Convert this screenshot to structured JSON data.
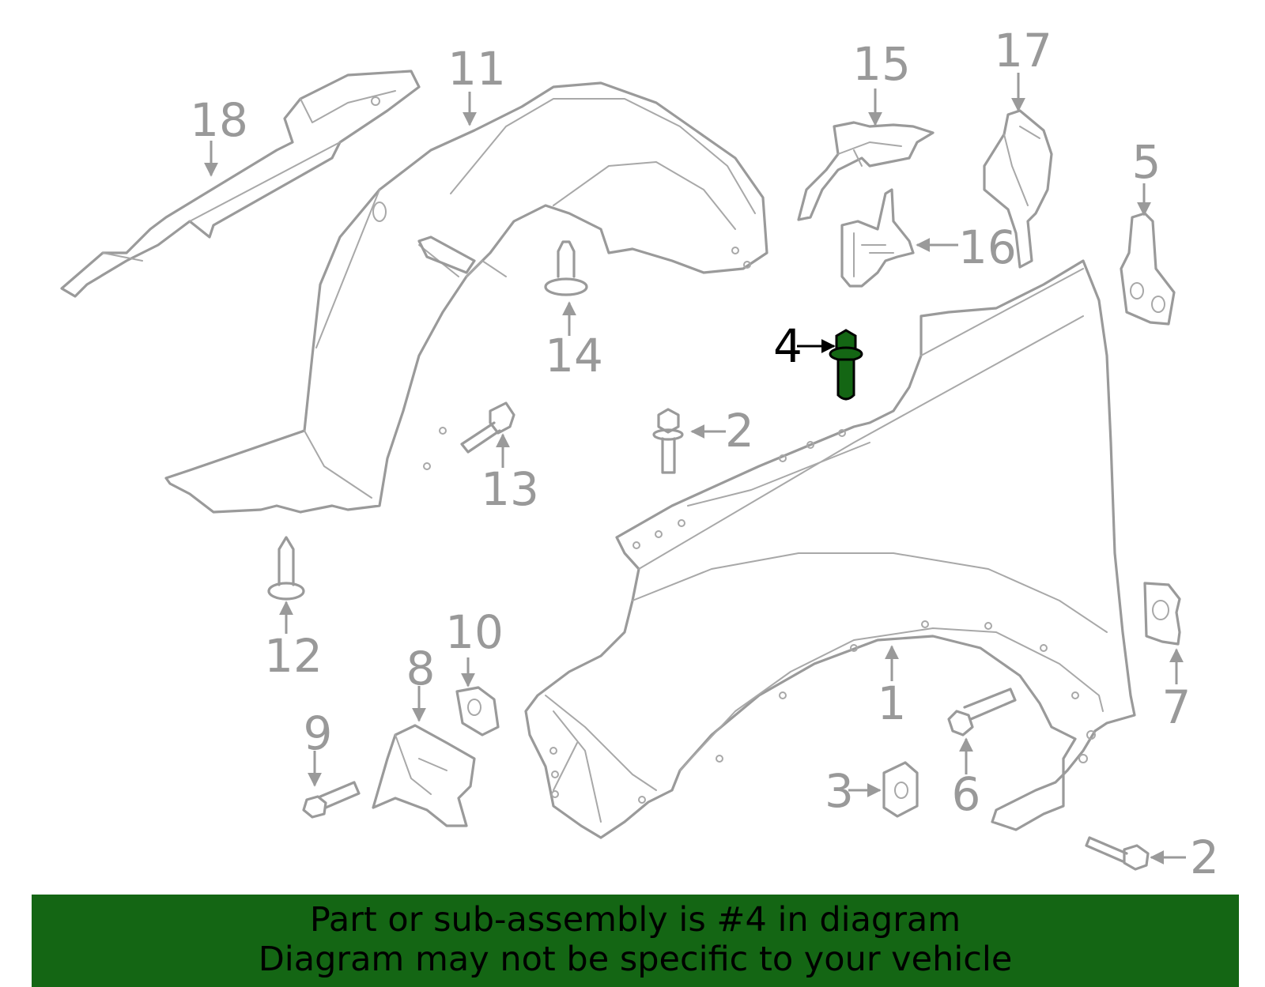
{
  "diagram": {
    "labels": [
      "1",
      "2",
      "2",
      "2",
      "3",
      "4",
      "5",
      "6",
      "7",
      "8",
      "9",
      "10",
      "11",
      "12",
      "13",
      "14",
      "15",
      "16",
      "17",
      "18"
    ],
    "highlighted_label": "4",
    "highlight_color": "#146614",
    "line_color": "#9a9a9a"
  },
  "banner": {
    "line1": "Part or sub-assembly is #4 in diagram",
    "line2": "Diagram may not be specific to your vehicle",
    "background": "#146614"
  }
}
